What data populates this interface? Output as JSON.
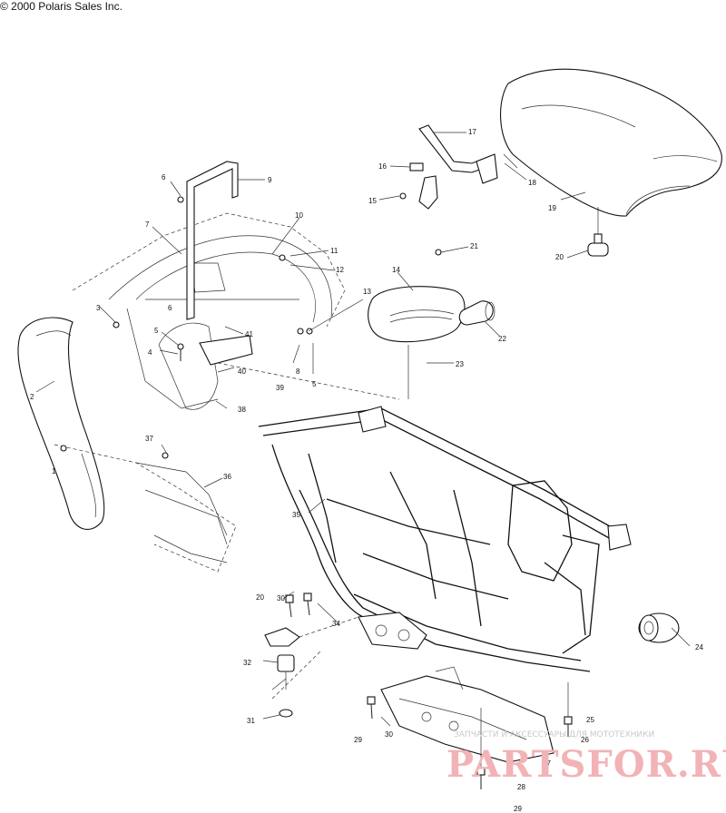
{
  "copyright": "© 2000 Polaris Sales Inc.",
  "callouts": [
    "1",
    "2",
    "3",
    "4",
    "5",
    "5",
    "6",
    "6",
    "8",
    "9",
    "10",
    "11",
    "12",
    "13",
    "14",
    "15",
    "16",
    "17",
    "18",
    "19",
    "20",
    "20",
    "21",
    "22",
    "23",
    "24",
    "25",
    "26",
    "27",
    "28",
    "29",
    "29",
    "30",
    "30",
    "31",
    "32",
    "34",
    "35",
    "36",
    "37",
    "38",
    "39",
    "40",
    "41",
    "7"
  ],
  "watermark": {
    "tagline": "ЗАПЧАСТИ И АКСЕССУАРЫ ДЛЯ МОТОТЕХНИКИ",
    "logo": "PARTSFOR.RU"
  }
}
